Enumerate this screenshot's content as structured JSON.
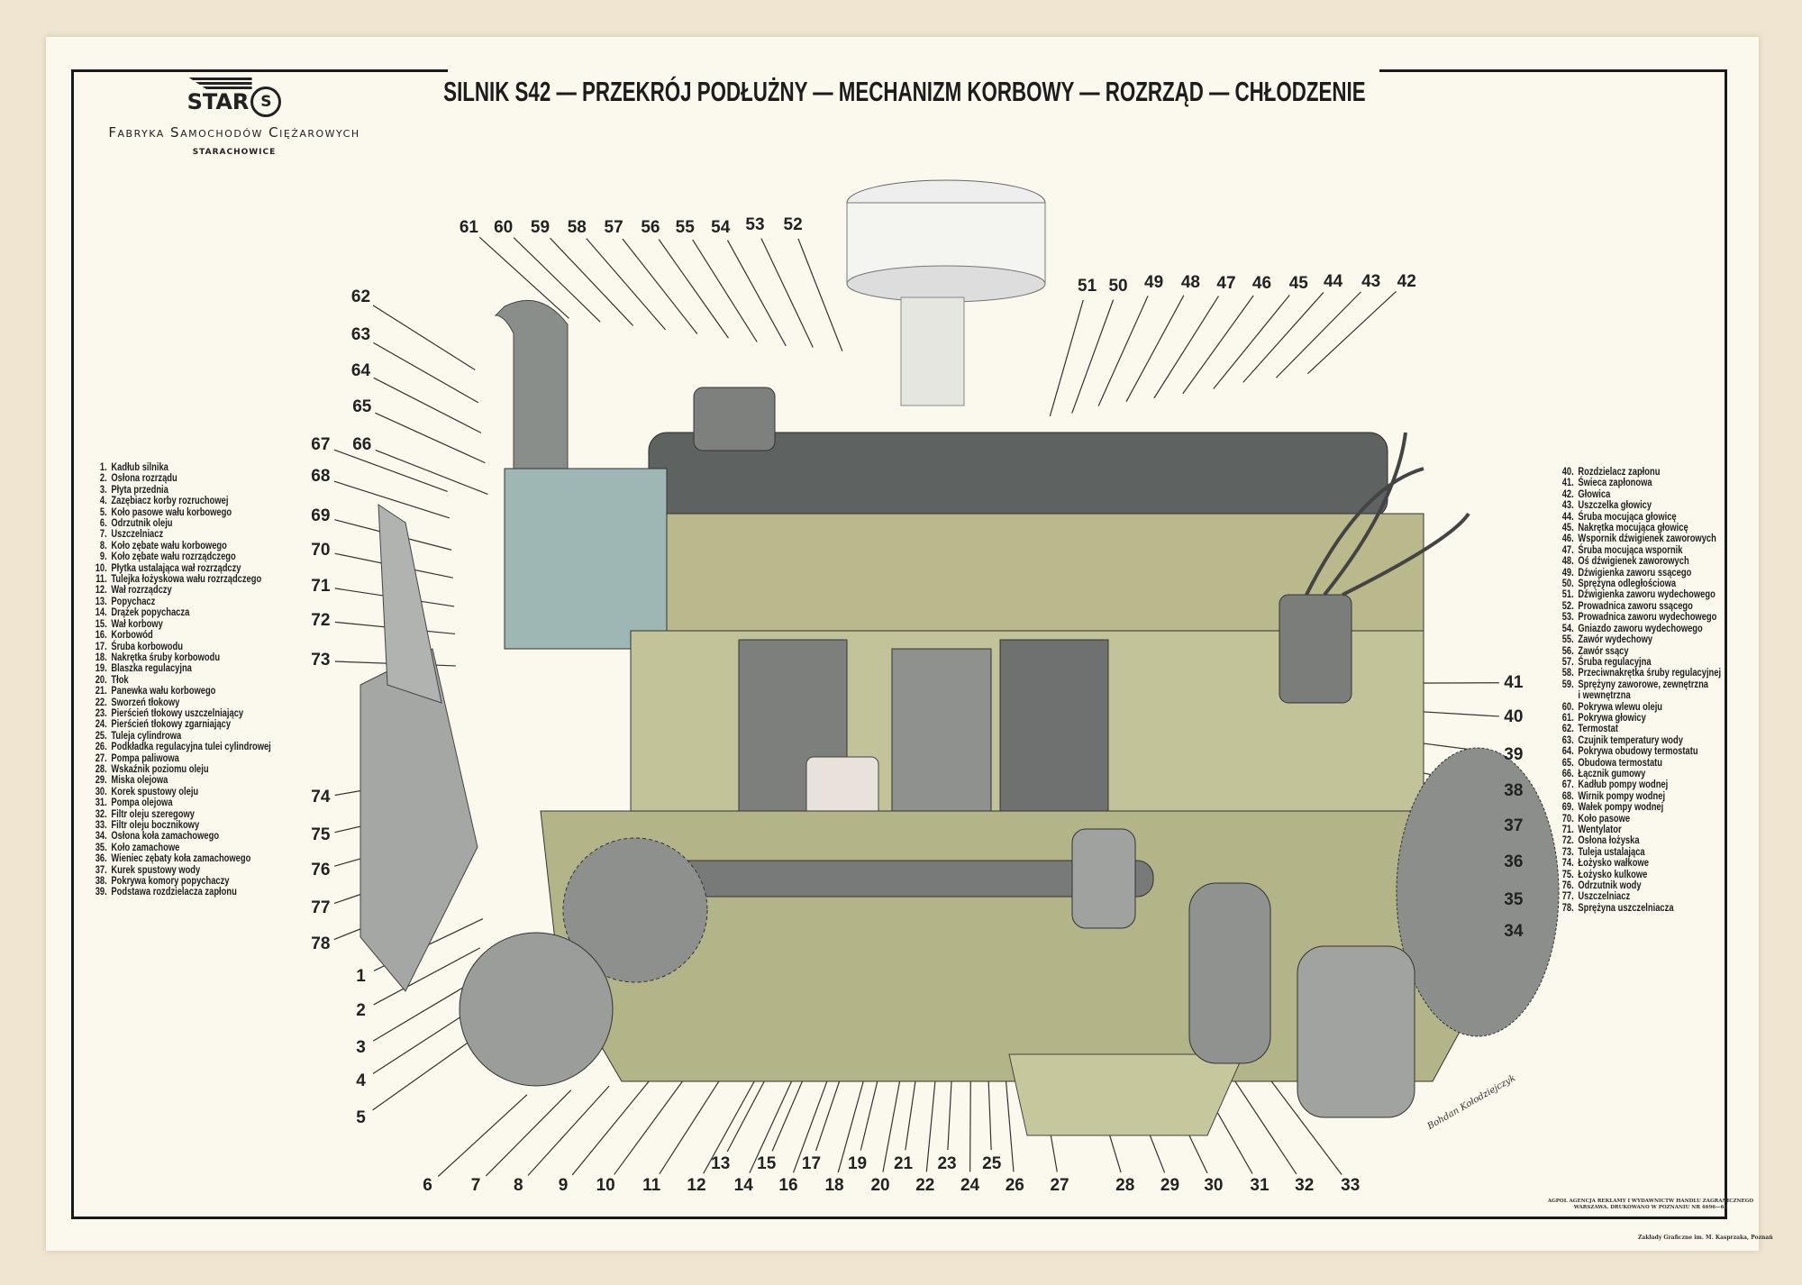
{
  "title": "SILNIK S42 — PRZEKRÓJ PODŁUŻNY — MECHANIZM KORBOWY — ROZRZĄD — CHŁODZENIE",
  "logo": {
    "brand": "STAR",
    "emblem": "S",
    "firm": "Fabryka Samochodów Ciężarowych",
    "city": "STARACHOWICE"
  },
  "legend_left": [
    [
      "1.",
      "Kadłub silnika"
    ],
    [
      "2.",
      "Osłona rozrządu"
    ],
    [
      "3.",
      "Płyta przednia"
    ],
    [
      "4.",
      "Zazębiacz korby rozruchowej"
    ],
    [
      "5.",
      "Koło pasowe wału korbowego"
    ],
    [
      "6.",
      "Odrzutnik oleju"
    ],
    [
      "7.",
      "Uszczelniacz"
    ],
    [
      "8.",
      "Koło zębate wału korbowego"
    ],
    [
      "9.",
      "Koło zębate wału rozrządczego"
    ],
    [
      "10.",
      "Płytka ustalająca wał rozrządczy"
    ],
    [
      "11.",
      "Tulejka łożyskowa wału rozrządczego"
    ],
    [
      "12.",
      "Wał rozrządczy"
    ],
    [
      "13.",
      "Popychacz"
    ],
    [
      "14.",
      "Drążek popychacza"
    ],
    [
      "15.",
      "Wał korbowy"
    ],
    [
      "16.",
      "Korbowód"
    ],
    [
      "17.",
      "Śruba korbowodu"
    ],
    [
      "18.",
      "Nakrętka śruby korbowodu"
    ],
    [
      "19.",
      "Blaszka regulacyjna"
    ],
    [
      "20.",
      "Tłok"
    ],
    [
      "21.",
      "Panewka wału korbowego"
    ],
    [
      "22.",
      "Sworzeń tłokowy"
    ],
    [
      "23.",
      "Pierścień tłokowy uszczelniający"
    ],
    [
      "24.",
      "Pierścień tłokowy zgarniający"
    ],
    [
      "25.",
      "Tuleja cylindrowa"
    ],
    [
      "26.",
      "Podkładka regulacyjna tulei cylindrowej"
    ],
    [
      "27.",
      "Pompa paliwowa"
    ],
    [
      "28.",
      "Wskaźnik poziomu oleju"
    ],
    [
      "29.",
      "Miska olejowa"
    ],
    [
      "30.",
      "Korek spustowy oleju"
    ],
    [
      "31.",
      "Pompa olejowa"
    ],
    [
      "32.",
      "Filtr oleju szeregowy"
    ],
    [
      "33.",
      "Filtr oleju bocznikowy"
    ],
    [
      "34.",
      "Osłona koła zamachowego"
    ],
    [
      "35.",
      "Koło zamachowe"
    ],
    [
      "36.",
      "Wieniec zębaty koła zamachowego"
    ],
    [
      "37.",
      "Kurek spustowy wody"
    ],
    [
      "38.",
      "Pokrywa komory popychaczy"
    ],
    [
      "39.",
      "Podstawa rozdzielacza zapłonu"
    ]
  ],
  "legend_right": [
    [
      "40.",
      "Rozdzielacz zapłonu"
    ],
    [
      "41.",
      "Świeca zapłonowa"
    ],
    [
      "42.",
      "Głowica"
    ],
    [
      "43.",
      "Uszczelka głowicy"
    ],
    [
      "44.",
      "Śruba mocująca głowicę"
    ],
    [
      "45.",
      "Nakrętka mocująca głowicę"
    ],
    [
      "46.",
      "Wspornik dźwigienek zaworowych"
    ],
    [
      "47.",
      "Śruba mocująca wspornik"
    ],
    [
      "48.",
      "Oś dźwigienek zaworowych"
    ],
    [
      "49.",
      "Dźwigienka zaworu ssącego"
    ],
    [
      "50.",
      "Sprężyna odległościowa"
    ],
    [
      "51.",
      "Dźwigienka zaworu wydechowego"
    ],
    [
      "52.",
      "Prowadnica zaworu ssącego"
    ],
    [
      "53.",
      "Prowadnica zaworu wydechowego"
    ],
    [
      "54.",
      "Gniazdo zaworu wydechowego"
    ],
    [
      "55.",
      "Zawór wydechowy"
    ],
    [
      "56.",
      "Zawór ssący"
    ],
    [
      "57.",
      "Śruba regulacyjna"
    ],
    [
      "58.",
      "Przeciwnakrętka śruby regulacyjnej"
    ],
    [
      "59.",
      "Sprężyny zaworowe, zewnętrzna"
    ],
    [
      "",
      "i wewnętrzna"
    ],
    [
      "60.",
      "Pokrywa wlewu oleju"
    ],
    [
      "61.",
      "Pokrywa głowicy"
    ],
    [
      "62.",
      "Termostat"
    ],
    [
      "63.",
      "Czujnik temperatury wody"
    ],
    [
      "64.",
      "Pokrywa obudowy termostatu"
    ],
    [
      "65.",
      "Obudowa termostatu"
    ],
    [
      "66.",
      "Łącznik gumowy"
    ],
    [
      "67.",
      "Kadłub pompy wodnej"
    ],
    [
      "68.",
      "Wirnik pompy wodnej"
    ],
    [
      "69.",
      "Wałek pompy wodnej"
    ],
    [
      "70.",
      "Koło pasowe"
    ],
    [
      "71.",
      "Wentylator"
    ],
    [
      "72.",
      "Osłona łożyska"
    ],
    [
      "73.",
      "Tuleja ustalająca"
    ],
    [
      "74.",
      "Łożysko wałkowe"
    ],
    [
      "75.",
      "Łożysko kulkowe"
    ],
    [
      "76.",
      "Odrzutnik wody"
    ],
    [
      "77.",
      "Uszczelniacz"
    ],
    [
      "78.",
      "Sprężyna uszczelniacza"
    ]
  ],
  "callouts": [
    "61",
    "60",
    "59",
    "58",
    "57",
    "56",
    "55",
    "54",
    "53",
    "52",
    "51",
    "50",
    "49",
    "48",
    "47",
    "46",
    "45",
    "44",
    "43",
    "42",
    "62",
    "63",
    "64",
    "65",
    "67",
    "66",
    "68",
    "69",
    "70",
    "71",
    "72",
    "73",
    "74",
    "75",
    "76",
    "77",
    "78",
    "1",
    "2",
    "3",
    "4",
    "5",
    "6",
    "7",
    "8",
    "9",
    "10",
    "11",
    "12",
    "13",
    "14",
    "15",
    "16",
    "17",
    "18",
    "19",
    "20",
    "21",
    "22",
    "23",
    "24",
    "25",
    "26",
    "27",
    "28",
    "29",
    "30",
    "31",
    "32",
    "33",
    "34",
    "35",
    "36",
    "37",
    "38",
    "39",
    "40",
    "41"
  ],
  "credits": {
    "publisher_line1": "AGPOL AGENCJA REKLAMY I WYDAWNICTW HANDLU ZAGRANICZNEGO",
    "publisher_line2": "WARSZAWA. DRUKOWANO W POZNANIU NR 4696—64",
    "printer": "Zakłady Graficzne im. M. Kasprzaka, Poznań",
    "signature": "Bohdan Kołodziejczyk"
  },
  "colors": {
    "paper": "#fbf8ee",
    "block": "#b9b98c",
    "head": "#5e6260",
    "coolant": "#9fb7b4"
  }
}
